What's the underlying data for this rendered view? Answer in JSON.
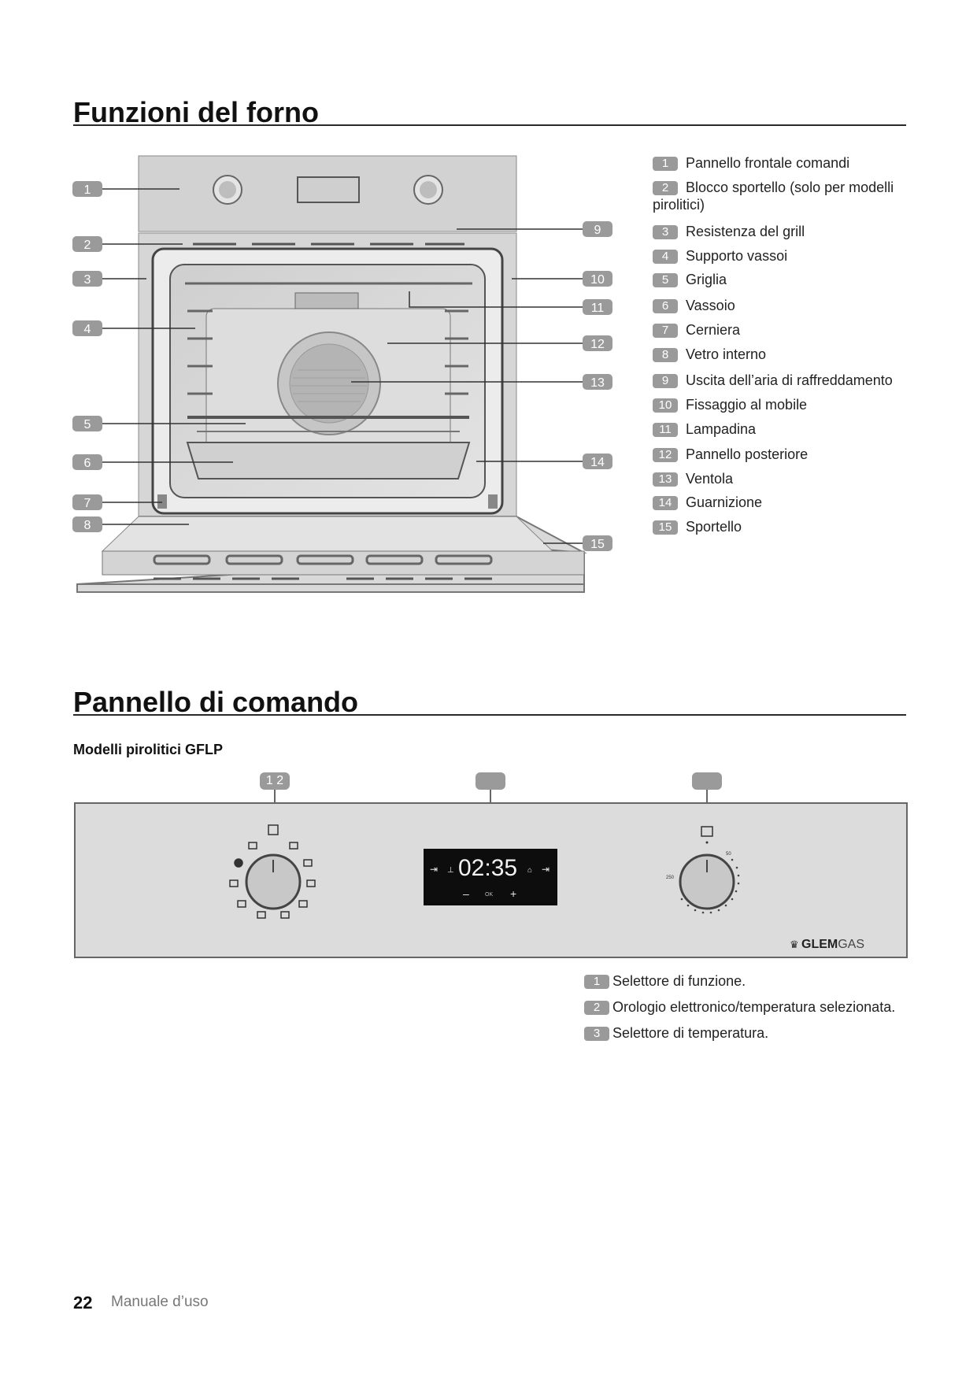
{
  "section1": {
    "title": "Funzioni del forno",
    "callout_numbers": [
      "1",
      "2",
      "3",
      "4",
      "5",
      "6",
      "7",
      "8",
      "9",
      "10",
      "11",
      "12",
      "13",
      "14",
      "15"
    ],
    "legend": [
      {
        "num": "1",
        "text": "Pannello frontale comandi"
      },
      {
        "num": "2",
        "text": "Blocco sportello (solo per modelli pirolitici)"
      },
      {
        "num": "3",
        "text": "Resistenza del grill"
      },
      {
        "num": "4",
        "text": "Supporto vassoi"
      },
      {
        "num": "5",
        "text": "Griglia"
      },
      {
        "num": "6",
        "text": "Vassoio"
      },
      {
        "num": "7",
        "text": "Cerniera"
      },
      {
        "num": "8",
        "text": "Vetro interno"
      },
      {
        "num": "9",
        "text": "Uscita dell’aria di raffreddamento"
      },
      {
        "num": "10",
        "text": "Fissaggio al mobile"
      },
      {
        "num": "11",
        "text": "Lampadina"
      },
      {
        "num": "12",
        "text": "Pannello posteriore"
      },
      {
        "num": "13",
        "text": "Ventola"
      },
      {
        "num": "14",
        "text": "Guarnizione"
      },
      {
        "num": "15",
        "text": "Sportello"
      }
    ]
  },
  "section2": {
    "title": "Pannello di comando",
    "subtitle": "Modelli pirolitici GFLP",
    "callout_top": [
      "1 2",
      "",
      ""
    ],
    "display": {
      "time": "02:35",
      "minus": "–",
      "ok": "OK",
      "plus": "+"
    },
    "temp_marks": {
      "low": "50",
      "high": "250"
    },
    "brand": {
      "bold": "GLEM",
      "light": "GAS"
    },
    "legend": [
      {
        "num": "1",
        "text": "Selettore di funzione."
      },
      {
        "num": "2",
        "text": "Orologio elettronico/temperatura selezionata."
      },
      {
        "num": "3",
        "text": "Selettore di temperatura."
      }
    ]
  },
  "footer": {
    "page_number": "22",
    "label": "Manuale d’uso"
  },
  "colors": {
    "badge": "#9a9a9a",
    "panel": "#dcdcdc",
    "display_bg": "#0d0d0d"
  },
  "icons": [
    "oven-diagram-illustration",
    "control-knob-icon",
    "lcd-display-icon",
    "crown-logo-icon"
  ]
}
